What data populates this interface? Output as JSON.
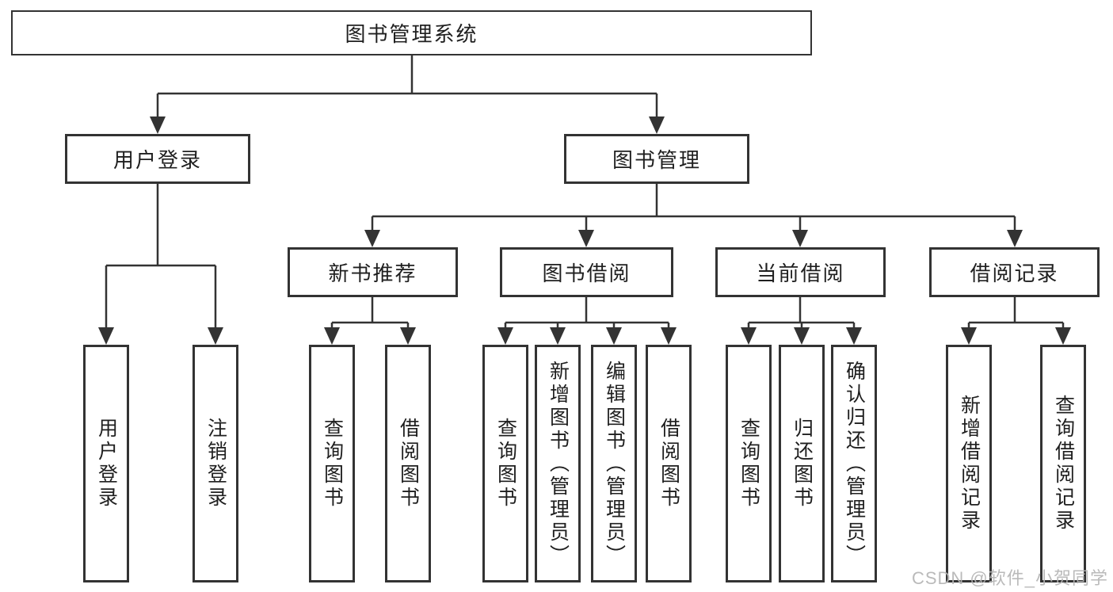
{
  "diagram": {
    "type": "hierarchy-tree",
    "line_color": "#333333",
    "box_fill": "#ffffff",
    "box_border_color": "#333333",
    "text_color": "#1f1f1f"
  },
  "tree": {
    "label": "图书管理系统",
    "children": [
      {
        "label": "用户登录",
        "children": [
          {
            "label": "用户登录"
          },
          {
            "label": "注销登录"
          }
        ]
      },
      {
        "label": "图书管理",
        "children": [
          {
            "label": "新书推荐",
            "children": [
              {
                "label": "查询图书"
              },
              {
                "label": "借阅图书"
              }
            ]
          },
          {
            "label": "图书借阅",
            "children": [
              {
                "label": "查询图书"
              },
              {
                "label": "新增图书（管理员）"
              },
              {
                "label": "编辑图书（管理员）"
              },
              {
                "label": "借阅图书"
              }
            ]
          },
          {
            "label": "当前借阅",
            "children": [
              {
                "label": "查询图书"
              },
              {
                "label": "归还图书"
              },
              {
                "label": "确认归还（管理员）"
              }
            ]
          },
          {
            "label": "借阅记录",
            "children": [
              {
                "label": "新增借阅记录"
              },
              {
                "label": "查询借阅记录"
              }
            ]
          }
        ]
      }
    ]
  },
  "watermark": {
    "text": "CSDN @软件_小贺同学",
    "color": "#b5b5b5"
  }
}
